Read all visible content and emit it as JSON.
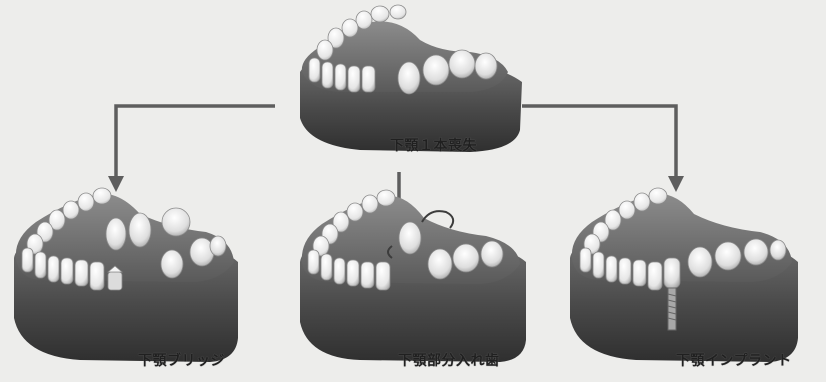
{
  "diagram": {
    "captions": {
      "source": "下顎１本喪失",
      "bridge": "下顎ブリッジ",
      "partial_denture": "下顎部分入れ歯",
      "implant": "下顎インプラント"
    }
  }
}
